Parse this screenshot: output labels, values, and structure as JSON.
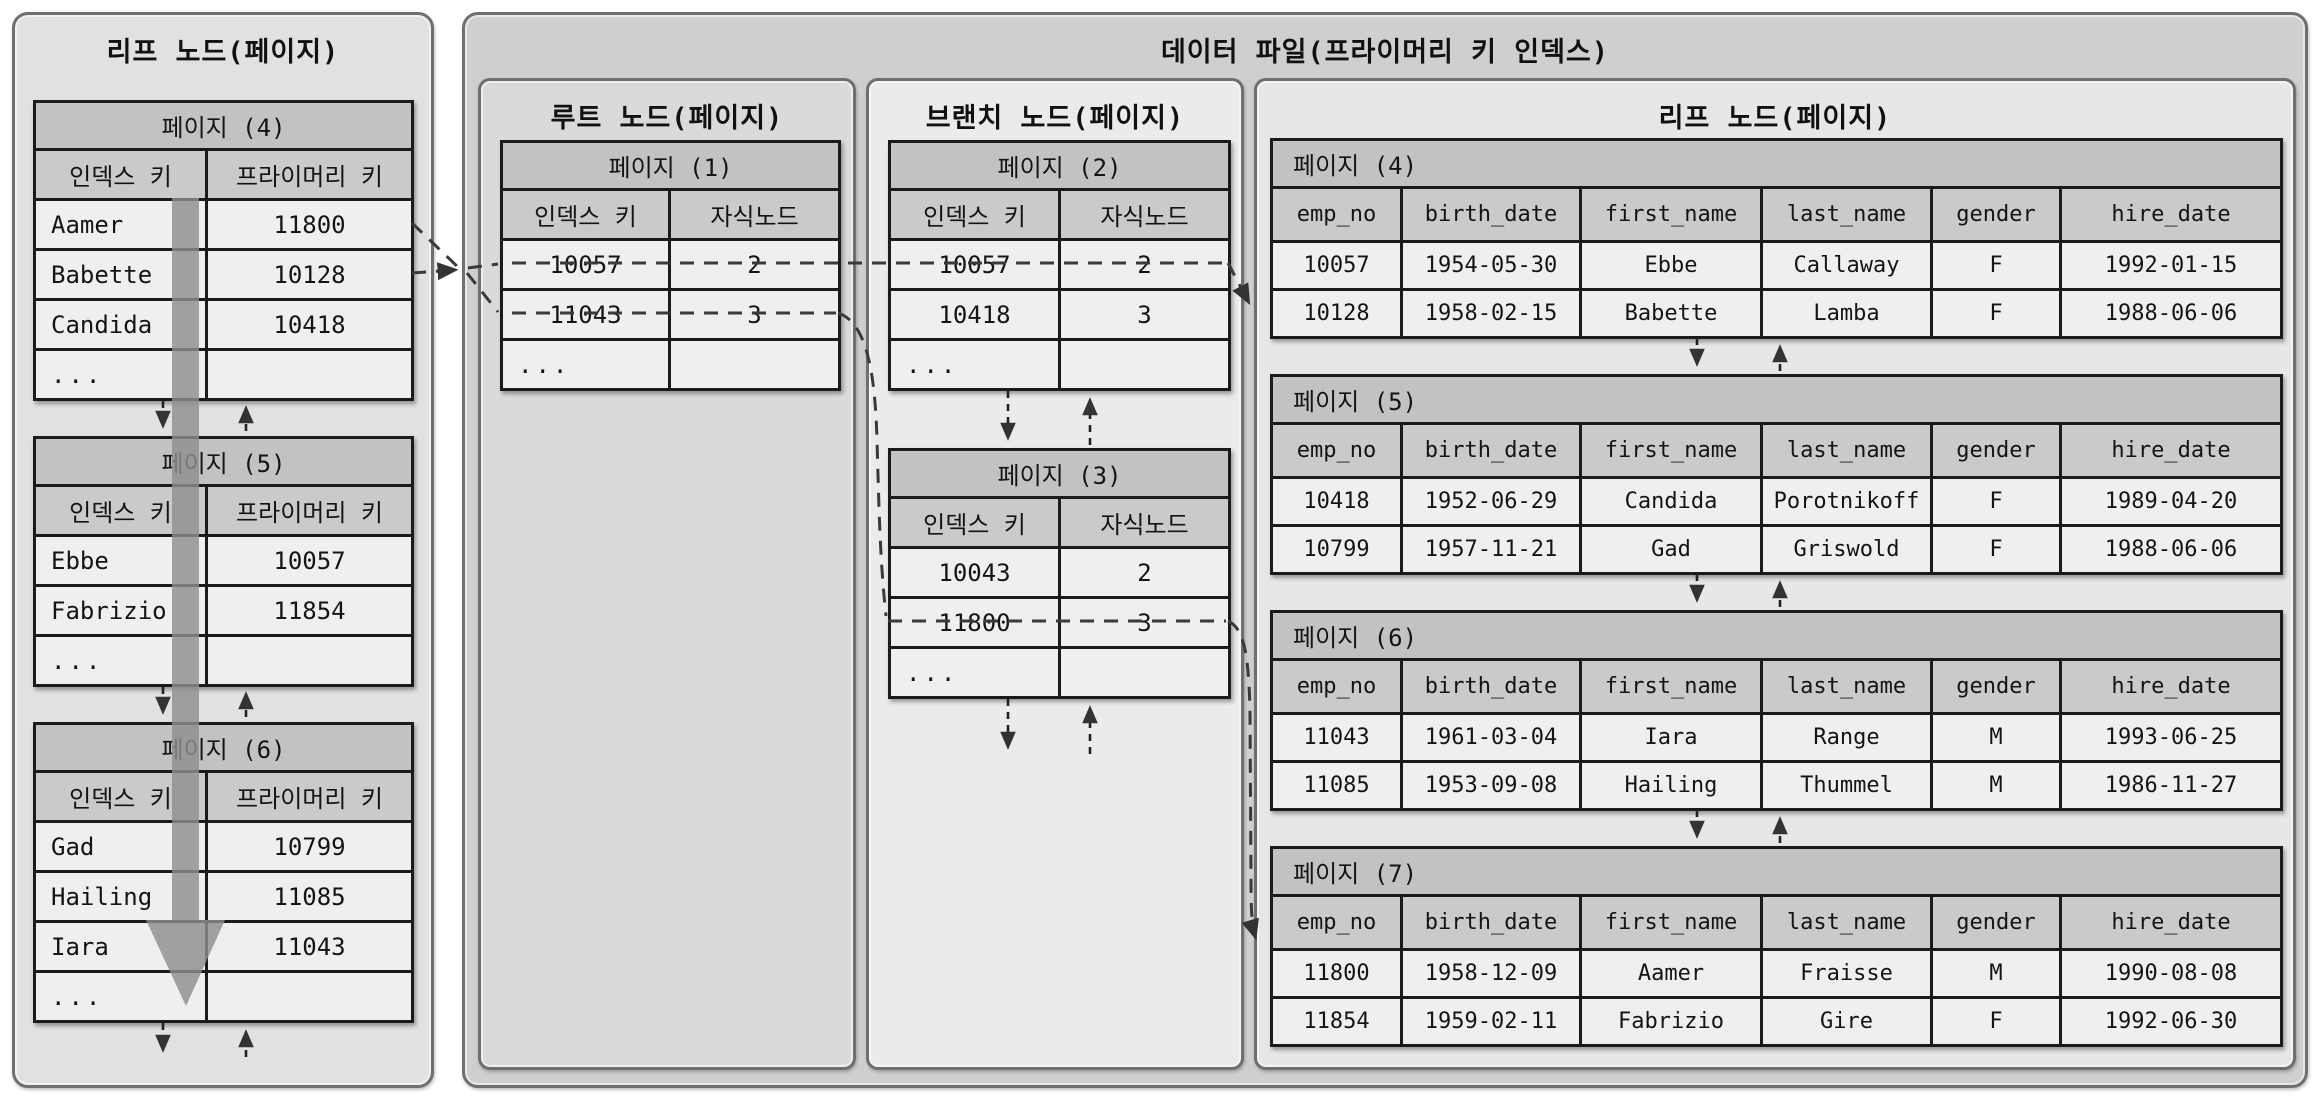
{
  "left_panel": {
    "title": "리프 노드(페이지)",
    "pages": [
      {
        "title": "페이지 (4)",
        "columns": [
          "인덱스 키",
          "프라이머리 키"
        ],
        "rows": [
          [
            "Aamer",
            "11800"
          ],
          [
            "Babette",
            "10128"
          ],
          [
            "Candida",
            "10418"
          ],
          [
            "...",
            ""
          ]
        ]
      },
      {
        "title": "페이지 (5)",
        "columns": [
          "인덱스 키",
          "프라이머리 키"
        ],
        "rows": [
          [
            "Ebbe",
            "10057"
          ],
          [
            "Fabrizio",
            "11854"
          ],
          [
            "...",
            ""
          ]
        ]
      },
      {
        "title": "페이지 (6)",
        "columns": [
          "인덱스 키",
          "프라이머리 키"
        ],
        "rows": [
          [
            "Gad",
            "10799"
          ],
          [
            "Hailing",
            "11085"
          ],
          [
            "Iara",
            "11043"
          ],
          [
            "...",
            ""
          ]
        ]
      }
    ]
  },
  "data_file_panel": {
    "title": "데이터 파일(프라이머리 키 인덱스)",
    "root_section": {
      "title": "루트 노드(페이지)",
      "pages": [
        {
          "title": "페이지 (1)",
          "columns": [
            "인덱스 키",
            "자식노드"
          ],
          "rows": [
            [
              "10057",
              "2"
            ],
            [
              "11043",
              "3"
            ],
            [
              "...",
              ""
            ]
          ]
        }
      ]
    },
    "branch_section": {
      "title": "브랜치 노드(페이지)",
      "pages": [
        {
          "title": "페이지 (2)",
          "columns": [
            "인덱스 키",
            "자식노드"
          ],
          "rows": [
            [
              "10057",
              "2"
            ],
            [
              "10418",
              "3"
            ],
            [
              "...",
              ""
            ]
          ]
        },
        {
          "title": "페이지 (3)",
          "columns": [
            "인덱스 키",
            "자식노드"
          ],
          "rows": [
            [
              "10043",
              "2"
            ],
            [
              "11800",
              "3"
            ],
            [
              "...",
              ""
            ]
          ]
        }
      ]
    },
    "leaf_section": {
      "title": "리프 노드(페이지)",
      "pages": [
        {
          "title": "페이지 (4)",
          "columns": [
            "emp_no",
            "birth_date",
            "first_name",
            "last_name",
            "gender",
            "hire_date"
          ],
          "rows": [
            [
              "10057",
              "1954-05-30",
              "Ebbe",
              "Callaway",
              "F",
              "1992-01-15"
            ],
            [
              "10128",
              "1958-02-15",
              "Babette",
              "Lamba",
              "F",
              "1988-06-06"
            ]
          ]
        },
        {
          "title": "페이지 (5)",
          "columns": [
            "emp_no",
            "birth_date",
            "first_name",
            "last_name",
            "gender",
            "hire_date"
          ],
          "rows": [
            [
              "10418",
              "1952-06-29",
              "Candida",
              "Porotnikoff",
              "F",
              "1989-04-20"
            ],
            [
              "10799",
              "1957-11-21",
              "Gad",
              "Griswold",
              "F",
              "1988-06-06"
            ]
          ]
        },
        {
          "title": "페이지 (6)",
          "columns": [
            "emp_no",
            "birth_date",
            "first_name",
            "last_name",
            "gender",
            "hire_date"
          ],
          "rows": [
            [
              "11043",
              "1961-03-04",
              "Iara",
              "Range",
              "M",
              "1993-06-25"
            ],
            [
              "11085",
              "1953-09-08",
              "Hailing",
              "Thummel",
              "M",
              "1986-11-27"
            ]
          ]
        },
        {
          "title": "페이지 (7)",
          "columns": [
            "emp_no",
            "birth_date",
            "first_name",
            "last_name",
            "gender",
            "hire_date"
          ],
          "rows": [
            [
              "11800",
              "1958-12-09",
              "Aamer",
              "Fraisse",
              "M",
              "1990-08-08"
            ],
            [
              "11854",
              "1959-02-11",
              "Fabrizio",
              "Gire",
              "F",
              "1992-06-30"
            ]
          ]
        }
      ]
    }
  },
  "colors": {
    "panel_border": "#6f6f6f",
    "title_row_bg": "#c2c2c2",
    "header_row_bg": "#cacaca",
    "data_row_bg": "#efefef",
    "connector": "#3a3a3a",
    "flow_arrow_gray": "#8f8f8f"
  }
}
